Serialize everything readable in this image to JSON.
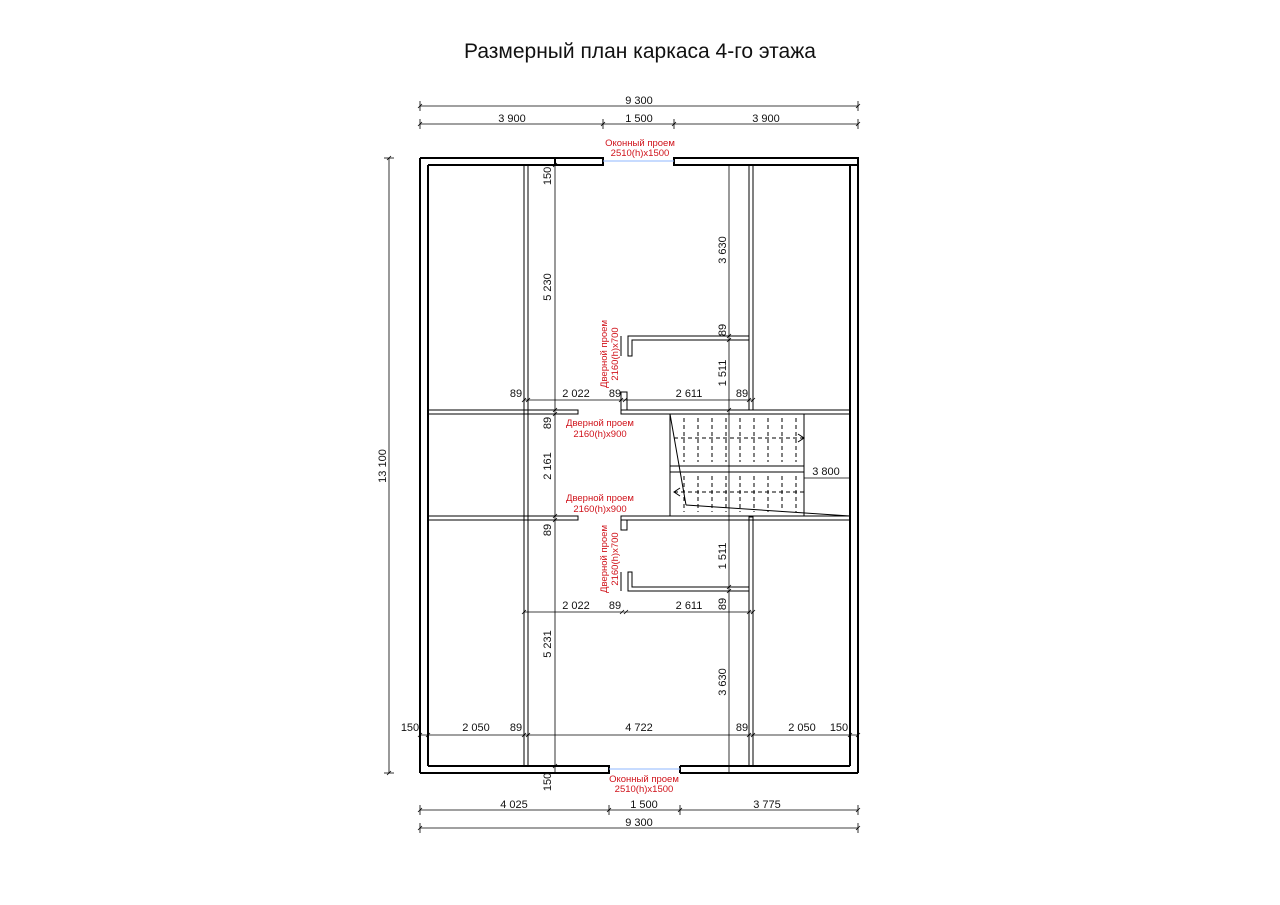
{
  "title": "Размерный план каркаса 4-го этажа",
  "dims": {
    "top_total": "9 300",
    "top_left": "3 900",
    "top_mid": "1 500",
    "top_right": "3 900",
    "bottom_left": "4 025",
    "bottom_mid": "1 500",
    "bottom_right": "3 775",
    "bottom_total": "9 300",
    "left_total": "13 100",
    "v_150_top": "150",
    "v_5230": "5 230",
    "v_89_a": "89",
    "v_2161": "2 161",
    "v_89_b": "89",
    "v_5231": "5 231",
    "v_150_bottom": "150",
    "v_3630_top": "3 630",
    "v_89_c": "89",
    "v_1511_top": "1 511",
    "v_1511_bot": "1 511",
    "v_89_d": "89",
    "v_3630_bot": "3 630",
    "h_89_left": "89",
    "h_2022_top": "2 022",
    "h_89_mid_top": "89",
    "h_2611_top": "2 611",
    "h_89_right_top": "89",
    "h_3800": "3 800",
    "h_2022_bot": "2 022",
    "h_89_mid_bot": "89",
    "h_2611_bot": "2 611",
    "h_150_l": "150",
    "h_2050_l": "2 050",
    "h_89_l": "89",
    "h_4722": "4 722",
    "h_89_r": "89",
    "h_2050_r": "2 050",
    "h_150_r": "150"
  },
  "openings": {
    "window_top_l1": "Оконный проем",
    "window_top_l2": "2510(h)x1500",
    "window_bot_l1": "Оконный проем",
    "window_bot_l2": "2510(h)x1500",
    "door_v_top_l1": "Дверной проем",
    "door_v_top_l2": "2160(h)x700",
    "door_h_top_l1": "Дверной проем",
    "door_h_top_l2": "2160(h)x900",
    "door_h_bot_l1": "Дверной проем",
    "door_h_bot_l2": "2160(h)x900",
    "door_v_bot_l1": "Дверной проем",
    "door_v_bot_l2": "2160(h)x700"
  },
  "colors": {
    "annotation": "#d0131b",
    "glass": "#8fb7ff",
    "ink": "#000000"
  }
}
